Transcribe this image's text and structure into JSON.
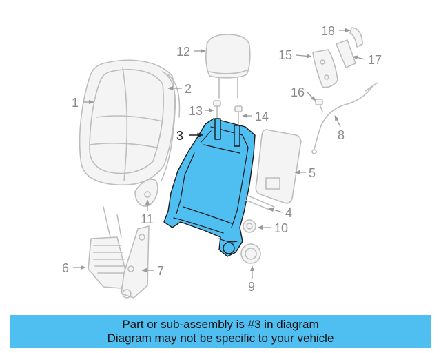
{
  "colors": {
    "highlight": "#4fbef1",
    "banner": "#4fbef1",
    "ghost": "#bdbdbd",
    "callout": "#8a8a8a",
    "outline": "#1a1a1a"
  },
  "diagram": {
    "highlighted_part": "3",
    "callouts": {
      "c1": "1",
      "c2": "2",
      "c3": "3",
      "c4": "4",
      "c5": "5",
      "c6": "6",
      "c7": "7",
      "c8": "8",
      "c9": "9",
      "c10": "10",
      "c11": "11",
      "c12": "12",
      "c13": "13",
      "c14": "14",
      "c15": "15",
      "c16": "16",
      "c17": "17",
      "c18": "18"
    }
  },
  "banner": {
    "line1": "Part or sub-assembly is #3 in diagram",
    "line2": "Diagram may not be specific to your vehicle"
  }
}
